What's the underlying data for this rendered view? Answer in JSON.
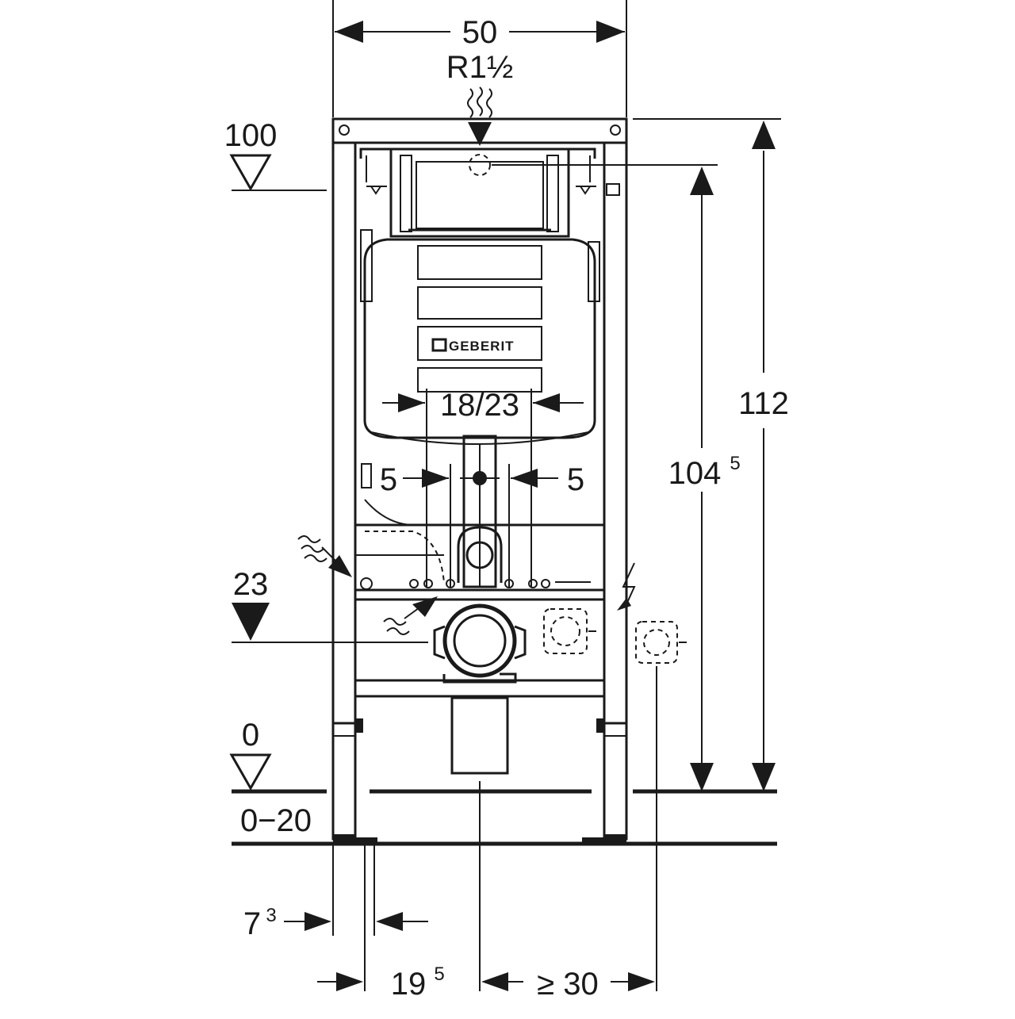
{
  "dimensions": {
    "width_total": "50",
    "pipe_thread": "R1½",
    "top_level": "100",
    "height_outer": "112",
    "height_inner_base": "104",
    "height_inner_sup": "5",
    "center_spacing": "18/23",
    "offset_left": "5",
    "offset_right": "5",
    "drain_level": "23",
    "floor_level": "0",
    "floor_adjust": "0−20",
    "foot_offset_base": "7",
    "foot_offset_sup": "3",
    "drain_offset_base": "19",
    "drain_offset_sup": "5",
    "side_clearance": "≥ 30"
  },
  "logo": {
    "brand": "GEBERIT"
  },
  "colors": {
    "line": "#1a1a1a",
    "background": "#ffffff"
  }
}
